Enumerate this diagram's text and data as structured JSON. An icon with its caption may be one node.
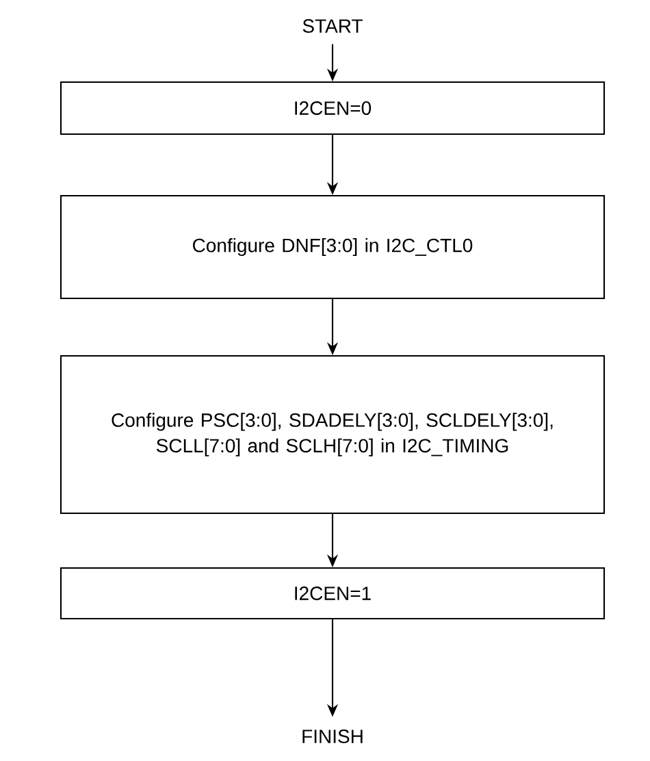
{
  "diagram": {
    "nodes": [
      {
        "text": [
          "START"
        ]
      },
      {
        "text": [
          "I2CEN=0"
        ]
      },
      {
        "text": [
          "Configure DNF[3:0] in I2C_CTL0"
        ]
      },
      {
        "text": [
          "Configure PSC[3:0], SDADELY[3:0], SCLDELY[3:0], SCLL[7:0] and SCLH[7:0] in I2C_TIMING"
        ]
      },
      {
        "text": [
          "I2CEN=1"
        ]
      },
      {
        "text": [
          "FINISH"
        ]
      }
    ],
    "edges": [
      {
        "from": 0,
        "to": 1,
        "arrow": "to"
      },
      {
        "from": 1,
        "to": 2,
        "arrow": "to"
      },
      {
        "from": 2,
        "to": 3,
        "arrow": "to"
      },
      {
        "from": 3,
        "to": 4,
        "arrow": "to"
      },
      {
        "from": 4,
        "to": 5,
        "arrow": "to"
      }
    ]
  }
}
